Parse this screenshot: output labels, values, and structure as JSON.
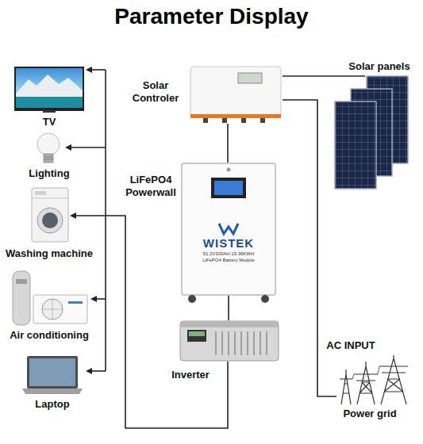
{
  "diagram": {
    "title": "Parameter Display",
    "nodes": [
      {
        "text": [
          "TV"
        ]
      },
      {
        "text": [
          "Solar Controler"
        ]
      },
      {
        "text": [
          "Solar panels"
        ]
      },
      {
        "text": [
          "Lighting"
        ]
      },
      {
        "text": [
          "LiFePO4 Powerwall",
          "WISTEK",
          "51.2V300AH 15.36KWH",
          "LiFePO4 Battery Module"
        ]
      },
      {
        "text": [
          "Washing machine"
        ]
      },
      {
        "text": [
          "Air conditioning"
        ]
      },
      {
        "text": [
          "AC INPUT",
          "Power grid"
        ]
      },
      {
        "text": [
          "Inverter"
        ]
      },
      {
        "text": [
          "Laptop"
        ]
      }
    ],
    "edges": [
      {
        "from": 1,
        "to": 2,
        "arrow": "none"
      },
      {
        "from": 1,
        "to": 7,
        "arrow": "none"
      },
      {
        "from": 1,
        "to": 4,
        "arrow": "none"
      },
      {
        "from": 4,
        "to": 8,
        "arrow": "none"
      },
      {
        "from": 8,
        "to": 5,
        "arrow": "to"
      }
    ]
  }
}
